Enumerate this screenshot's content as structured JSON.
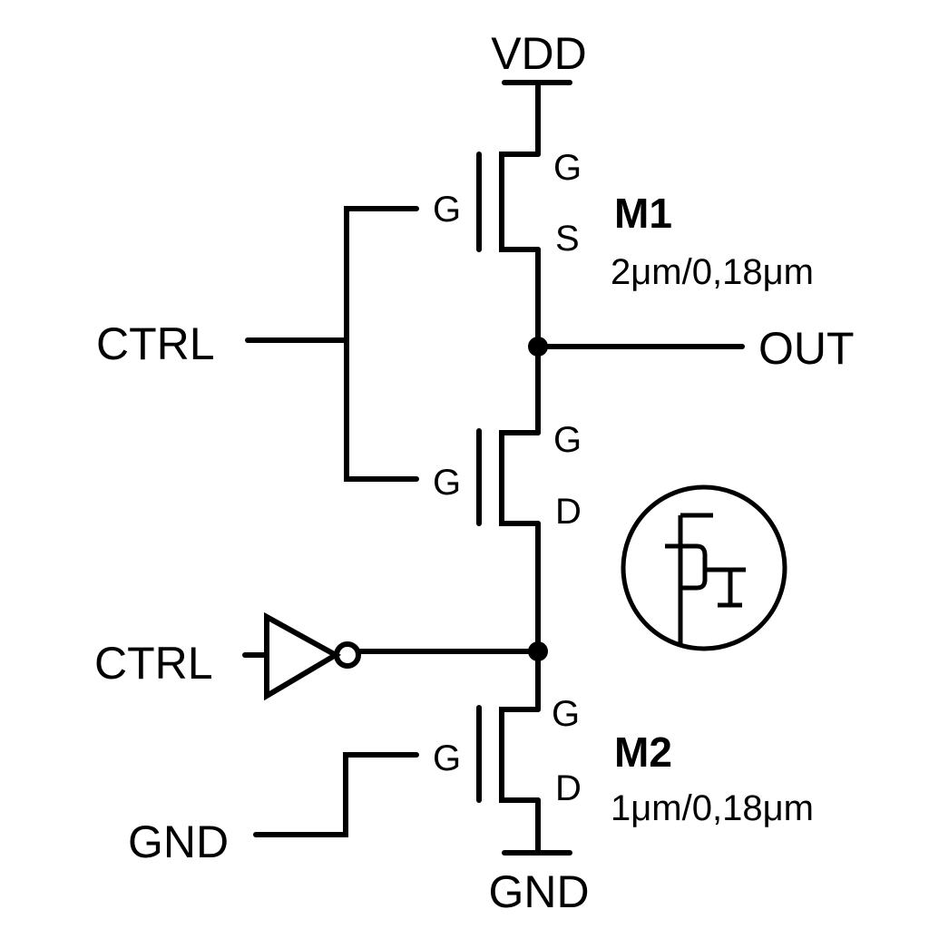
{
  "diagram": {
    "type": "transistor-schematic",
    "rails": {
      "vdd_label": "VDD",
      "gnd_label": "GND"
    },
    "inputs": {
      "ctrl_top_label": "CTRL",
      "ctrl_bottom_label": "CTRL",
      "gnd_input_label": "GND"
    },
    "output_label": "OUT",
    "transistors": [
      {
        "id": "top",
        "gate_label": "G",
        "terminal_upper": "G",
        "terminal_lower": "S",
        "name": "M1",
        "size": "2μm/0,18μm"
      },
      {
        "id": "middle",
        "gate_label": "G",
        "terminal_upper": "G",
        "terminal_lower": "D"
      },
      {
        "id": "bottom",
        "gate_label": "G",
        "terminal_upper": "G",
        "terminal_lower": "D",
        "name": "M2",
        "size": "1μm/0,18μm"
      }
    ],
    "components": [
      "inverter",
      "mosfet-symbol-circle"
    ],
    "colors": {
      "stroke": "#000000",
      "background": "#ffffff"
    }
  }
}
